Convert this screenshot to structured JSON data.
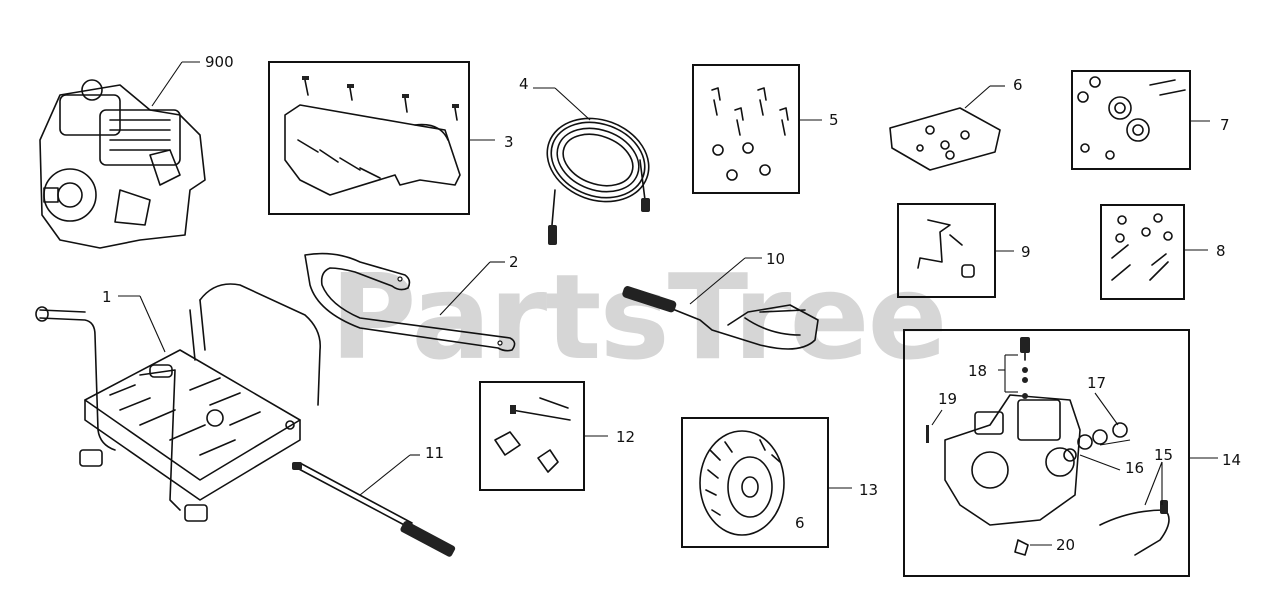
{
  "watermark": "PartsTree",
  "callouts": {
    "c900": "900",
    "c1": "1",
    "c2": "2",
    "c3": "3",
    "c4": "4",
    "c5": "5",
    "c6": "6",
    "c7": "7",
    "c8": "8",
    "c9": "9",
    "c10": "10",
    "c11": "11",
    "c12": "12",
    "c13": "13",
    "c14": "14",
    "c15": "15",
    "c16": "16",
    "c17": "17",
    "c18": "18",
    "c19": "19",
    "c20": "20",
    "tire_mark": "6"
  }
}
